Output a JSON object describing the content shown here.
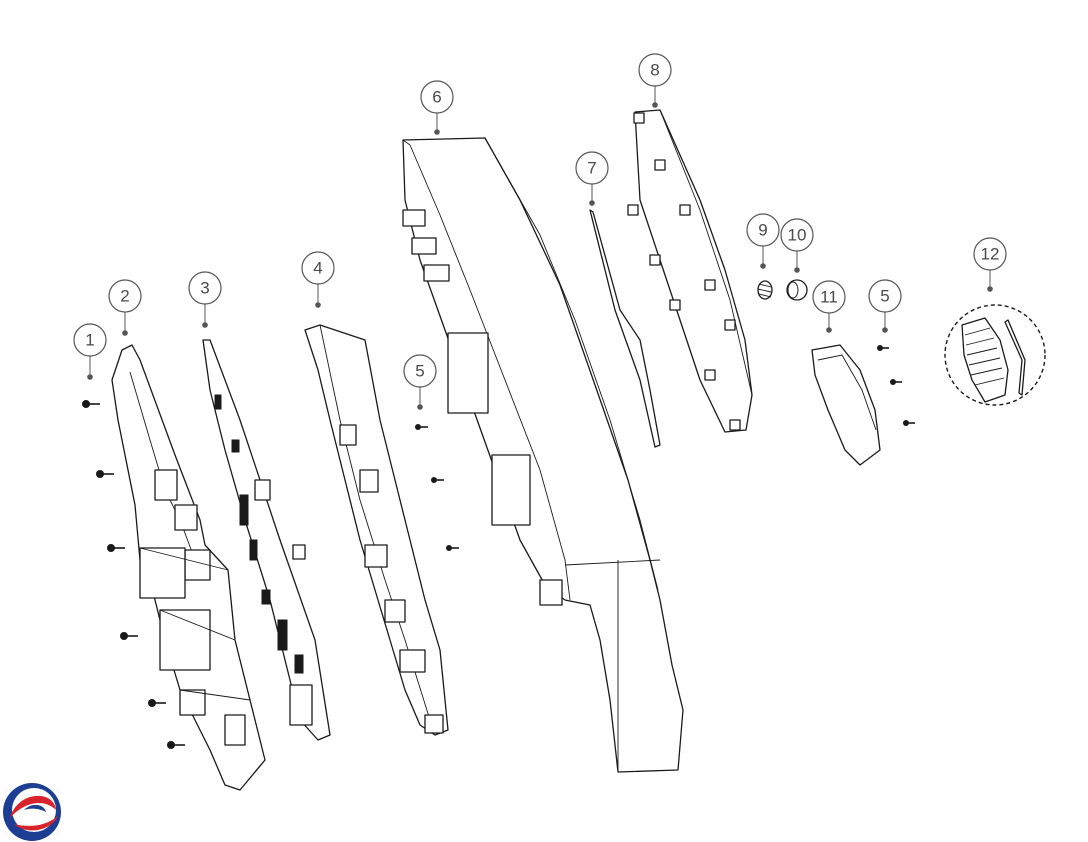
{
  "diagram": {
    "callouts": [
      {
        "id": "c1",
        "label": "1"
      },
      {
        "id": "c2",
        "label": "2"
      },
      {
        "id": "c3",
        "label": "3"
      },
      {
        "id": "c4",
        "label": "4"
      },
      {
        "id": "c5a",
        "label": "5"
      },
      {
        "id": "c6",
        "label": "6"
      },
      {
        "id": "c7",
        "label": "7"
      },
      {
        "id": "c8",
        "label": "8"
      },
      {
        "id": "c9",
        "label": "9"
      },
      {
        "id": "c10",
        "label": "10"
      },
      {
        "id": "c11",
        "label": "11"
      },
      {
        "id": "c5b",
        "label": "5"
      },
      {
        "id": "c12",
        "label": "12"
      }
    ]
  },
  "brand": {
    "logo_icon": "brand-logo-icon",
    "colors": {
      "red": "#d8232a",
      "blue": "#1c3f94"
    }
  }
}
